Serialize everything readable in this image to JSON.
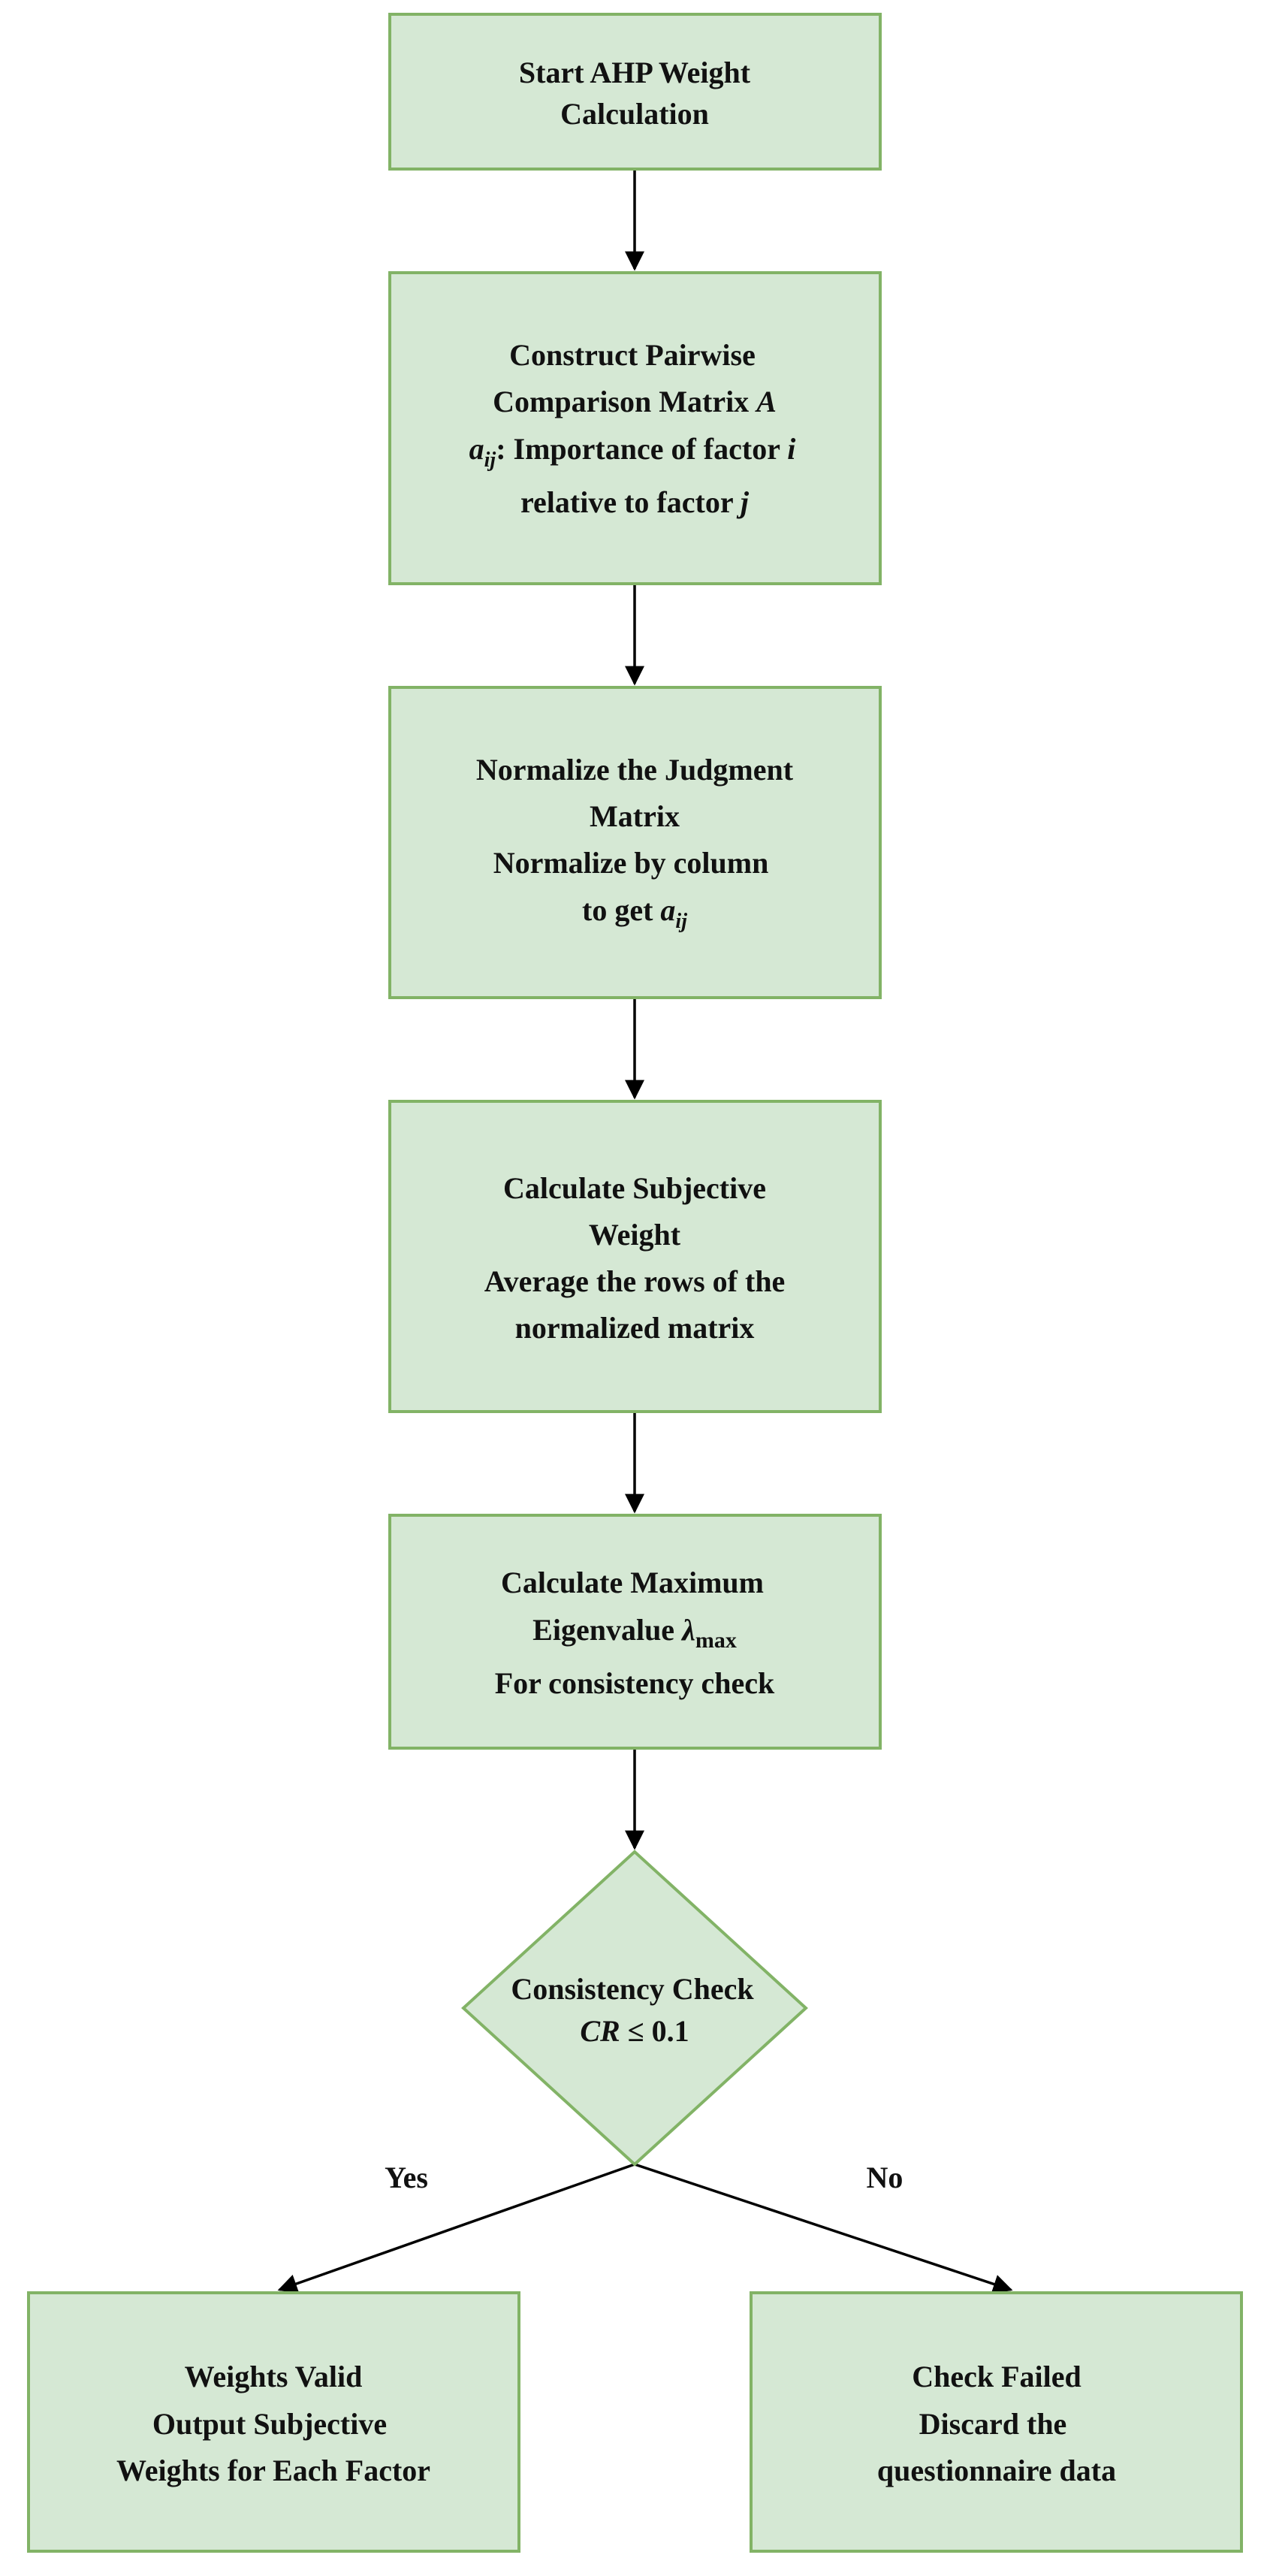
{
  "nodes": {
    "start": {
      "line1": "Start AHP Weight",
      "line2": "Calculation"
    },
    "pairwise": {
      "line1": "Construct Pairwise",
      "line2_prefix": "Comparison Matrix ",
      "line2_var": "A",
      "line3_var": "a",
      "line3_sub": "ij",
      "line3_mid": ": Importance of factor ",
      "line3_var2": "i",
      "line4_prefix": "relative to factor ",
      "line4_var": "j"
    },
    "normalize": {
      "line1": "Normalize the Judgment",
      "line2": "Matrix",
      "line3": "Normalize by column",
      "line4_prefix": "to get ",
      "line4_var": "a",
      "line4_sub": "ij"
    },
    "subjective": {
      "line1": "Calculate Subjective",
      "line2": "Weight",
      "line3": "Average the rows of the",
      "line4": "normalized matrix"
    },
    "eigen": {
      "line1": "Calculate Maximum",
      "line2_prefix": "Eigenvalue ",
      "line2_var": "λ",
      "line2_sub": "max",
      "line3": "For consistency check"
    },
    "check": {
      "line1": "Consistency Check",
      "line2_var": "CR",
      "line2_rest": " ≤ 0.1"
    },
    "valid": {
      "line1": "Weights Valid",
      "line2": "Output Subjective",
      "line3": "Weights for Each Factor"
    },
    "failed": {
      "line1": "Check Failed",
      "line2": "Discard the",
      "line3": "questionnaire data"
    }
  },
  "edges": {
    "yes_label": "Yes",
    "no_label": "No"
  },
  "colors": {
    "node_fill": "#d5e8d4",
    "node_stroke": "#82b366",
    "connector": "#000000",
    "text": "#111111"
  }
}
